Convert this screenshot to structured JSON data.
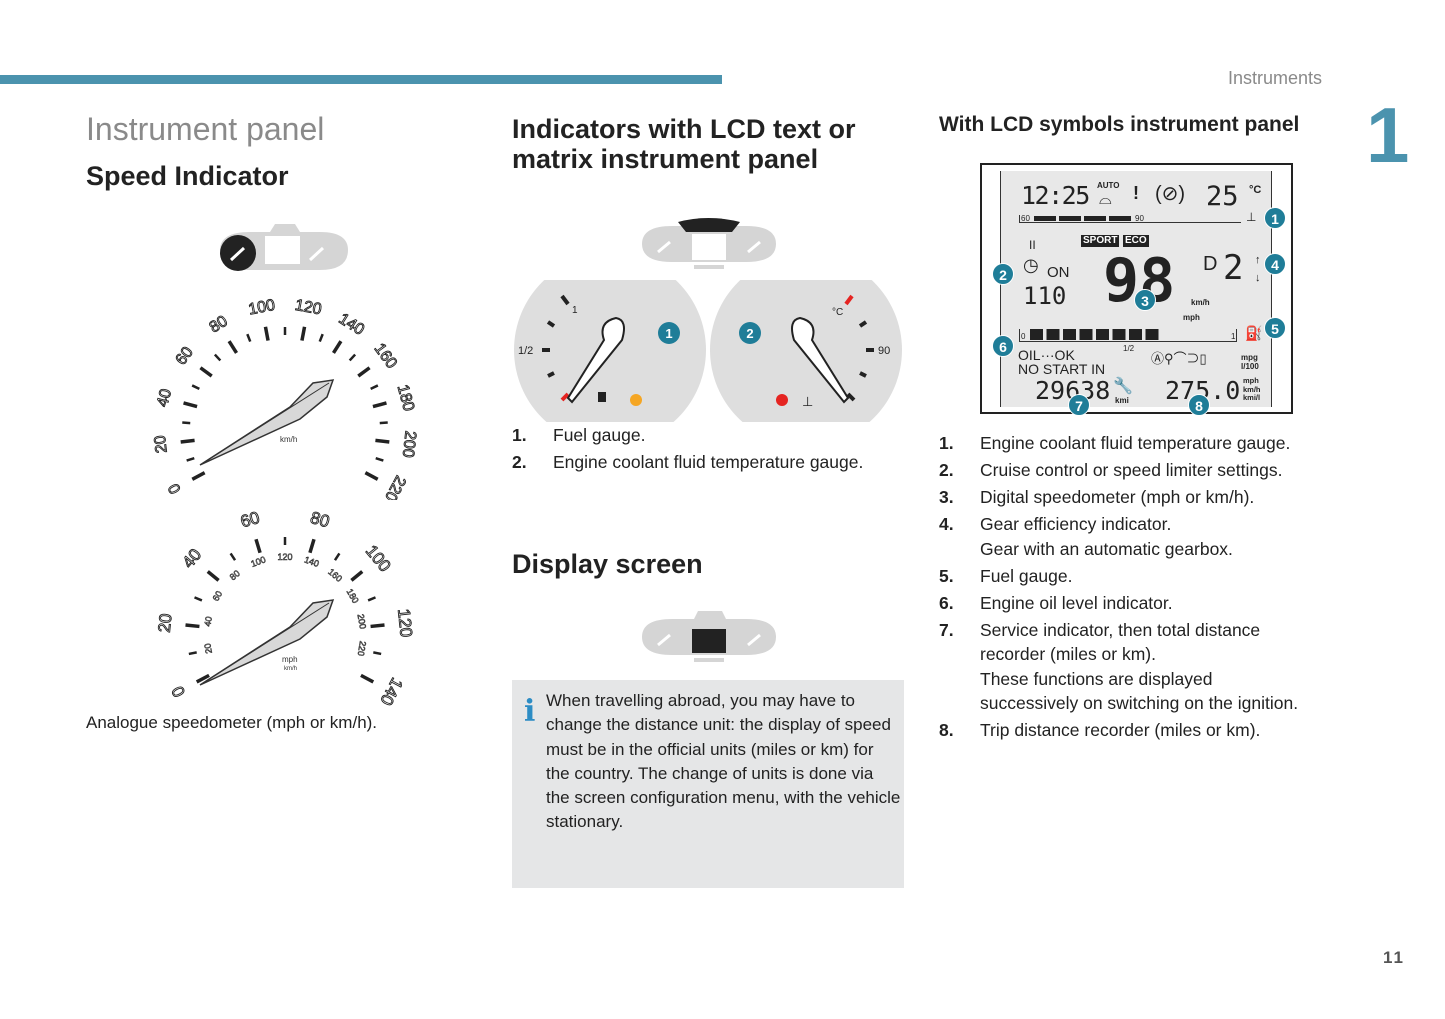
{
  "header": {
    "section": "Instruments",
    "chapter": "1"
  },
  "col1": {
    "title": "Instrument panel",
    "subtitle": "Speed Indicator",
    "kmh_gauge": {
      "labels": [
        "0",
        "20",
        "40",
        "60",
        "80",
        "100",
        "120",
        "140",
        "160",
        "180",
        "200",
        "220"
      ],
      "unit": "km/h"
    },
    "mph_gauge": {
      "labels": [
        "0",
        "20",
        "40",
        "60",
        "80",
        "100",
        "120",
        "140"
      ],
      "inner_labels": [
        "20",
        "40",
        "60",
        "80",
        "100",
        "120",
        "140",
        "160",
        "180",
        "200",
        "220"
      ],
      "unit": "mph",
      "inner_unit": "km/h"
    },
    "caption": "Analogue speedometer (mph or km/h)."
  },
  "col2": {
    "title_line1": "Indicators with LCD text or",
    "title_line2": "matrix instrument panel",
    "fuel_gauge": {
      "badge": "1",
      "labels": [
        "1",
        "1/2"
      ],
      "warning_color": "#f5a623"
    },
    "temp_gauge": {
      "badge": "2",
      "labels": [
        "°C",
        "90"
      ],
      "warning_color": "#e52421"
    },
    "items": [
      {
        "num": "1.",
        "text": "Fuel gauge."
      },
      {
        "num": "2.",
        "text": "Engine coolant fluid temperature gauge."
      }
    ],
    "display_title": "Display screen",
    "info_icon": "i",
    "info_text": "When travelling abroad, you may have to change the distance unit: the display of speed must be in the official units (miles or km) for the country. The change of units is done via the screen configuration menu, with the vehicle stationary."
  },
  "col3": {
    "title": "With LCD symbols instrument panel",
    "lcd": {
      "clock": "12:25",
      "wiper_mode": "AUTO",
      "outside_temp": "25",
      "temp_unit": "°C",
      "coolant_min": "60",
      "coolant_mid": "90",
      "mode_sport": "SPORT",
      "mode_eco": "ECO",
      "cruise_pause": "II",
      "cruise_status": "ON",
      "cruise_speed": "110",
      "speed": "98",
      "speed_unit_kmh": "km/h",
      "speed_unit_mph": "mph",
      "gear_mode": "D",
      "gear": "2",
      "fuel_min": "0",
      "fuel_half": "1/2",
      "fuel_max": "1",
      "oil_status": "OIL···OK",
      "start_status": "NO START IN",
      "service_distance": "29638",
      "service_unit": "kmi",
      "trip_value": "275.0",
      "consumption_units": [
        "mpg",
        "l/100"
      ],
      "trip_units": [
        "mph",
        "km/h",
        "kmi/l"
      ],
      "badges": [
        "1",
        "2",
        "3",
        "4",
        "5",
        "6",
        "7",
        "8"
      ]
    },
    "items": [
      {
        "num": "1.",
        "lines": [
          "Engine coolant fluid temperature gauge."
        ]
      },
      {
        "num": "2.",
        "lines": [
          "Cruise control or speed limiter settings."
        ]
      },
      {
        "num": "3.",
        "lines": [
          "Digital speedometer (mph or km/h)."
        ]
      },
      {
        "num": "4.",
        "lines": [
          "Gear efficiency indicator.",
          "Gear with an automatic gearbox."
        ]
      },
      {
        "num": "5.",
        "lines": [
          "Fuel gauge."
        ]
      },
      {
        "num": "6.",
        "lines": [
          "Engine oil level indicator."
        ]
      },
      {
        "num": "7.",
        "lines": [
          "Service indicator, then total distance",
          "recorder (miles or km).",
          "These functions are displayed",
          "successively on switching on the ignition."
        ]
      },
      {
        "num": "8.",
        "lines": [
          "Trip distance recorder (miles or km)."
        ]
      }
    ]
  },
  "footer": {
    "page_number": "11"
  },
  "colors": {
    "accent": "#4b93ae",
    "badge": "#1f7d98",
    "info_bg": "#e5e6e7"
  }
}
